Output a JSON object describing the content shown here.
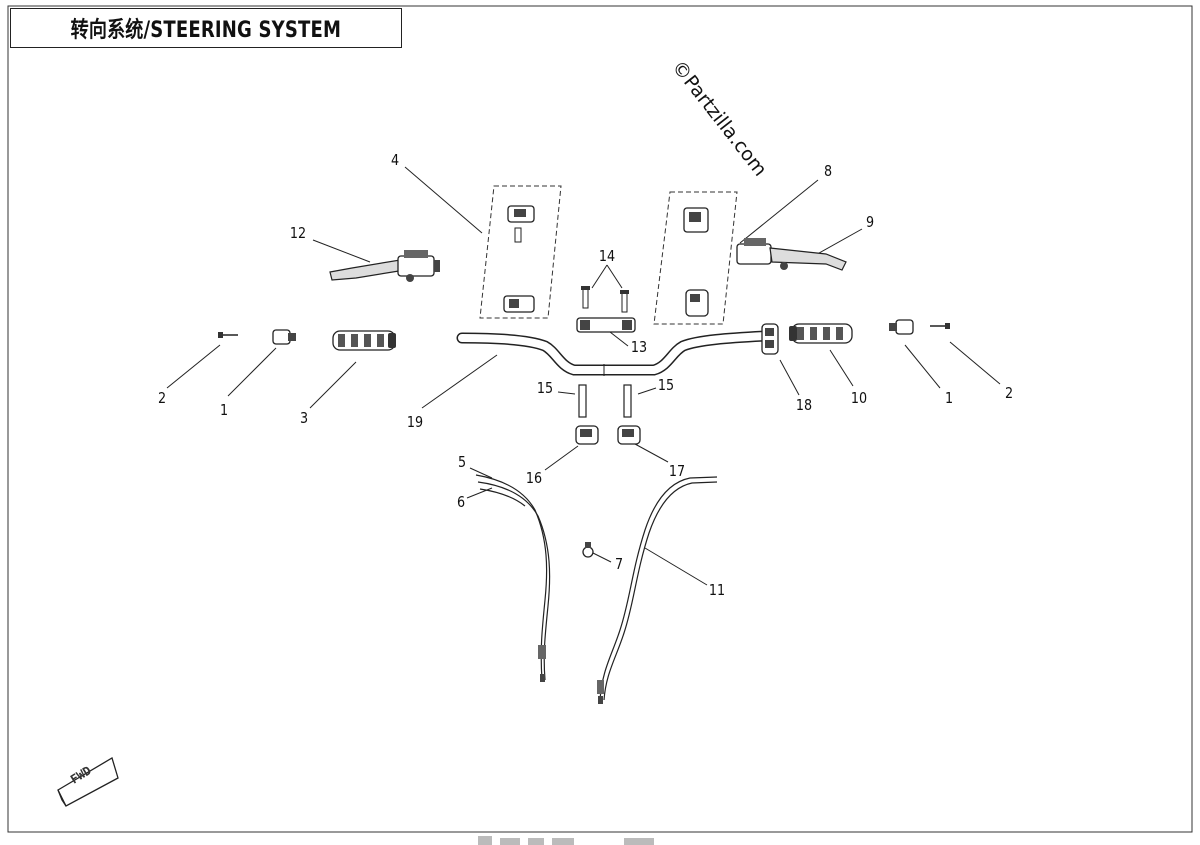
{
  "title": "转向系统/STEERING SYSTEM",
  "watermark": "©Partzilla.com",
  "fwd_label": "FWD",
  "callouts": {
    "c1_left": "1",
    "c1_right": "1",
    "c2_left": "2",
    "c2_right": "2",
    "c3": "3",
    "c4": "4",
    "c5": "5",
    "c6": "6",
    "c7": "7",
    "c8": "8",
    "c9": "9",
    "c10": "10",
    "c11": "11",
    "c12": "12",
    "c13": "13",
    "c14": "14",
    "c15_left": "15",
    "c15_right": "15",
    "c16": "16",
    "c17": "17",
    "c18": "18",
    "c19": "19"
  }
}
